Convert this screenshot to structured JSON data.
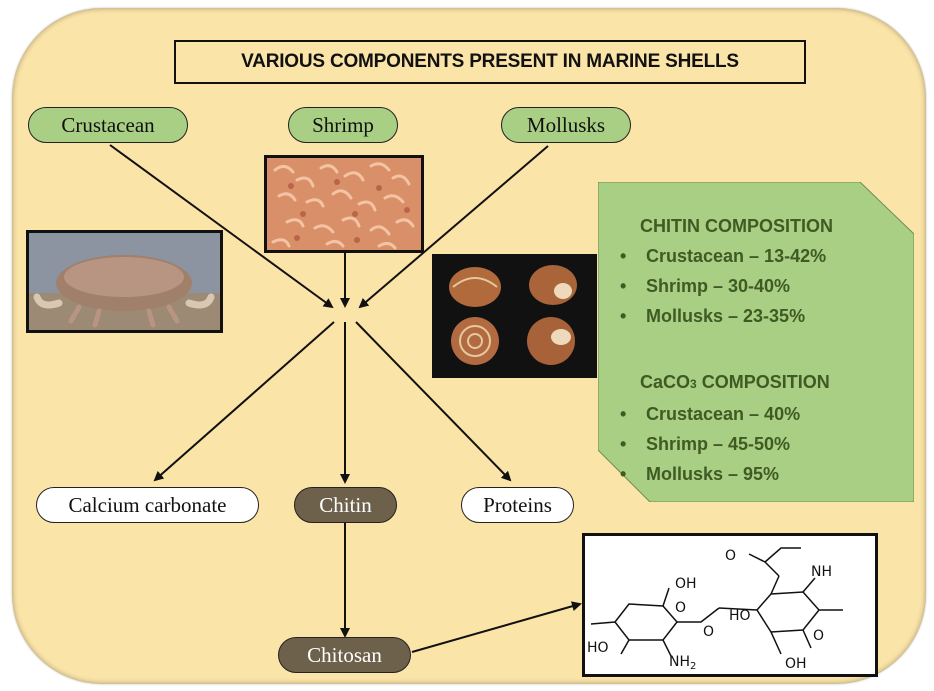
{
  "title": "VARIOUS COMPONENTS PRESENT IN MARINE SHELLS",
  "sources": {
    "crustacean": "Crustacean",
    "shrimp": "Shrimp",
    "mollusks": "Mollusks"
  },
  "products": {
    "calcium_carbonate": "Calcium carbonate",
    "chitin": "Chitin",
    "proteins": "Proteins",
    "chitosan": "Chitosan"
  },
  "composition": {
    "chitin_heading": "CHITIN COMPOSITION",
    "chitin_items": [
      "Crustacean – 13-42%",
      "Shrimp – 30-40%",
      "Mollusks – 23-35%"
    ],
    "caco3_heading_main": "CaCO",
    "caco3_heading_sub": "3",
    "caco3_heading_rest": " COMPOSITION",
    "caco3_items": [
      "Crustacean – 40%",
      "Shrimp – 45-50%",
      "Mollusks – 95%"
    ],
    "bullet": "•"
  },
  "structure_labels": {
    "carbonyl_o": "O",
    "nh": "NH",
    "oh_top": "OH",
    "ring_o_left": "O",
    "ho_left": "HO",
    "nh2": "NH",
    "nh2_sub": "2",
    "link_o": "O",
    "ho_right": "HO",
    "ring_o_right": "O",
    "oh_bottom": "OH"
  },
  "colors": {
    "background": "#fbe4a8",
    "green_box": "#a8cf83",
    "composition_text": "#3f5a23",
    "dark_pill": "#6d614b"
  }
}
